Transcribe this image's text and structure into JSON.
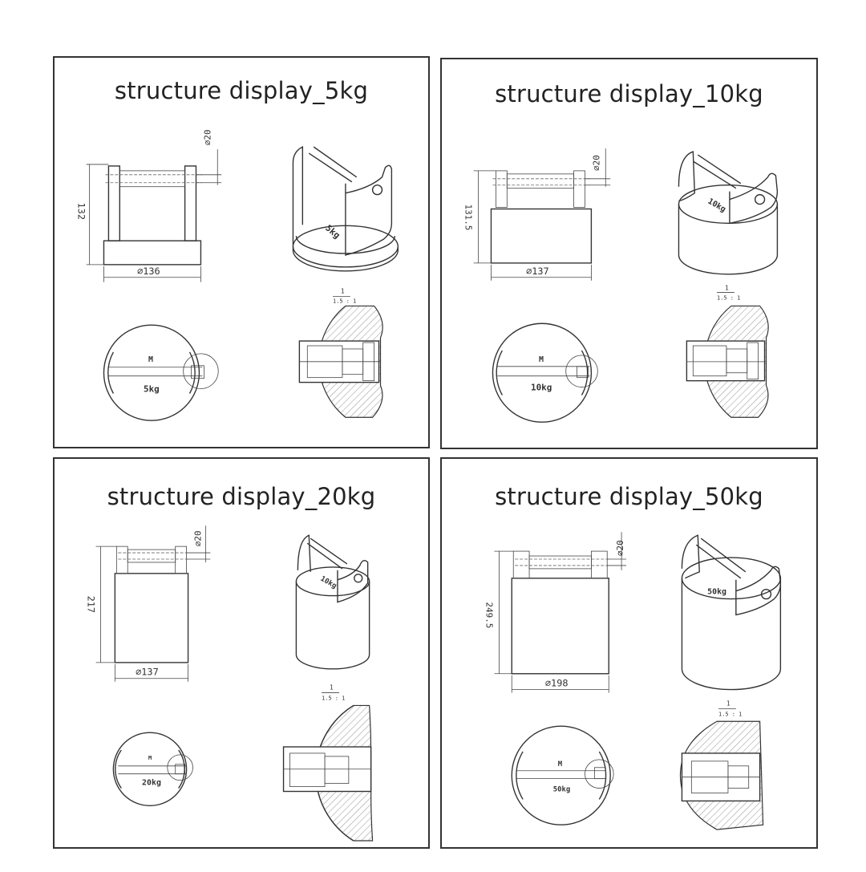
{
  "panels": [
    {
      "title": "structure display_5kg",
      "dia_label": "∅136",
      "height_label": "132",
      "pin_label": "∅20",
      "mark_m": "M",
      "mass_label": "5kg",
      "iso_mark": "5kg",
      "scale_top": "1",
      "scale_bottom": "1.5 : 1"
    },
    {
      "title": "structure display_10kg",
      "dia_label": "∅137",
      "height_label": "131.5",
      "pin_label": "∅20",
      "mark_m": "M",
      "mass_label": "10kg",
      "iso_mark": "10kg",
      "scale_top": "1",
      "scale_bottom": "1.5 : 1"
    },
    {
      "title": "structure display_20kg",
      "dia_label": "∅137",
      "height_label": "217",
      "pin_label": "∅20",
      "mark_m": "M",
      "mass_label": "20kg",
      "iso_mark": "10kg",
      "scale_top": "1",
      "scale_bottom": "1.5 : 1"
    },
    {
      "title": "structure display_50kg",
      "dia_label": "∅198",
      "height_label": "249.5",
      "pin_label": "∅20",
      "mark_m": "M",
      "mass_label": "50kg",
      "iso_mark": "50kg",
      "scale_top": "1",
      "scale_bottom": "1.5 : 1"
    }
  ]
}
